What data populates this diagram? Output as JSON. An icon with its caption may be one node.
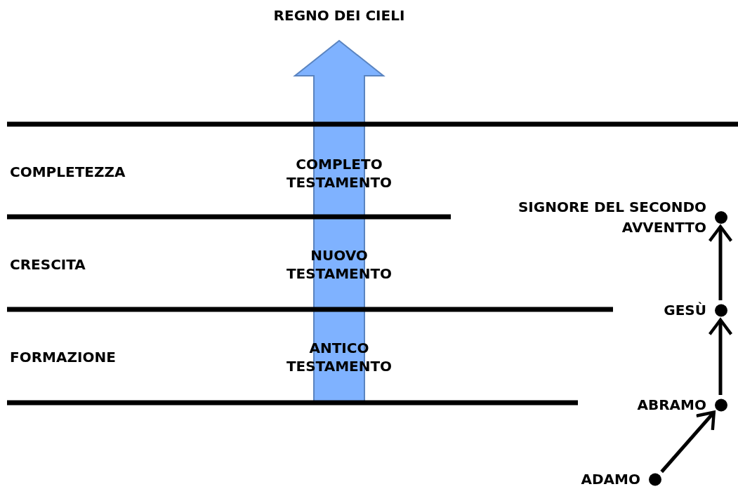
{
  "diagram": {
    "nodes": [
      {
        "text": [
          "REGNO DEI CIELI"
        ]
      },
      {
        "text": [
          "SIGNORE DEL SECONDO AVVENTTO"
        ]
      },
      {
        "text": [
          "GESÙ"
        ]
      },
      {
        "text": [
          "ABRAMO"
        ]
      },
      {
        "text": [
          "ADAMO"
        ]
      }
    ],
    "edges": [
      {
        "from": null,
        "to": 0,
        "arrow": "to",
        "style": "thick",
        "color": "#7fb2ff"
      },
      {
        "from": 4,
        "to": 3,
        "arrow": "to"
      },
      {
        "from": 3,
        "to": 2,
        "arrow": "to"
      },
      {
        "from": 2,
        "to": 1,
        "arrow": "to"
      }
    ],
    "labels": [
      "COMPLETEZZA",
      "COMPLETO TESTAMENTO",
      "CRESCITA",
      "NUOVO TESTAMENTO",
      "FORMAZIONE",
      "ANTICO TESTAMENTO"
    ]
  }
}
